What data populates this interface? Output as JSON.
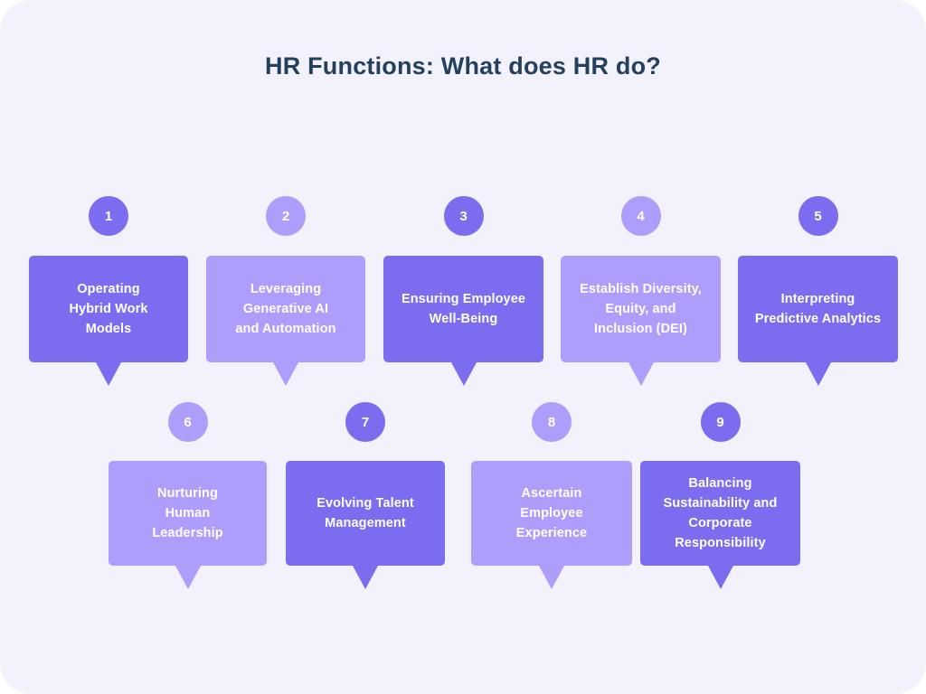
{
  "header": {
    "title": "HR Functions: What does HR do?",
    "title_color": "#23415c"
  },
  "theme": {
    "page_background": "#ffffff",
    "panel_background": "#f2f1fc",
    "accent_dark": "#7b6cf0",
    "accent_light": "#ae9dfb",
    "card_text_color": "#ffffff"
  },
  "rows": [
    {
      "name": "row-1",
      "cards": [
        {
          "number": "1",
          "label": "Operating\nHybrid Work\nModels",
          "tone": "dark"
        },
        {
          "number": "2",
          "label": "Leveraging\nGenerative AI\nand Automation",
          "tone": "light"
        },
        {
          "number": "3",
          "label": "Ensuring Employee\nWell-Being",
          "tone": "dark"
        },
        {
          "number": "4",
          "label": "Establish Diversity,\nEquity, and\nInclusion (DEI)",
          "tone": "light"
        },
        {
          "number": "5",
          "label": "Interpreting\nPredictive Analytics",
          "tone": "dark"
        }
      ]
    },
    {
      "name": "row-2",
      "cards": [
        {
          "number": "6",
          "label": "Nurturing\nHuman\nLeadership",
          "tone": "light"
        },
        {
          "number": "7",
          "label": "Evolving Talent\nManagement",
          "tone": "dark"
        },
        {
          "number": "8",
          "label": "Ascertain\nEmployee\nExperience",
          "tone": "light"
        },
        {
          "number": "9",
          "label": "Balancing\nSustainability and\nCorporate\nResponsibility",
          "tone": "dark"
        }
      ]
    }
  ]
}
